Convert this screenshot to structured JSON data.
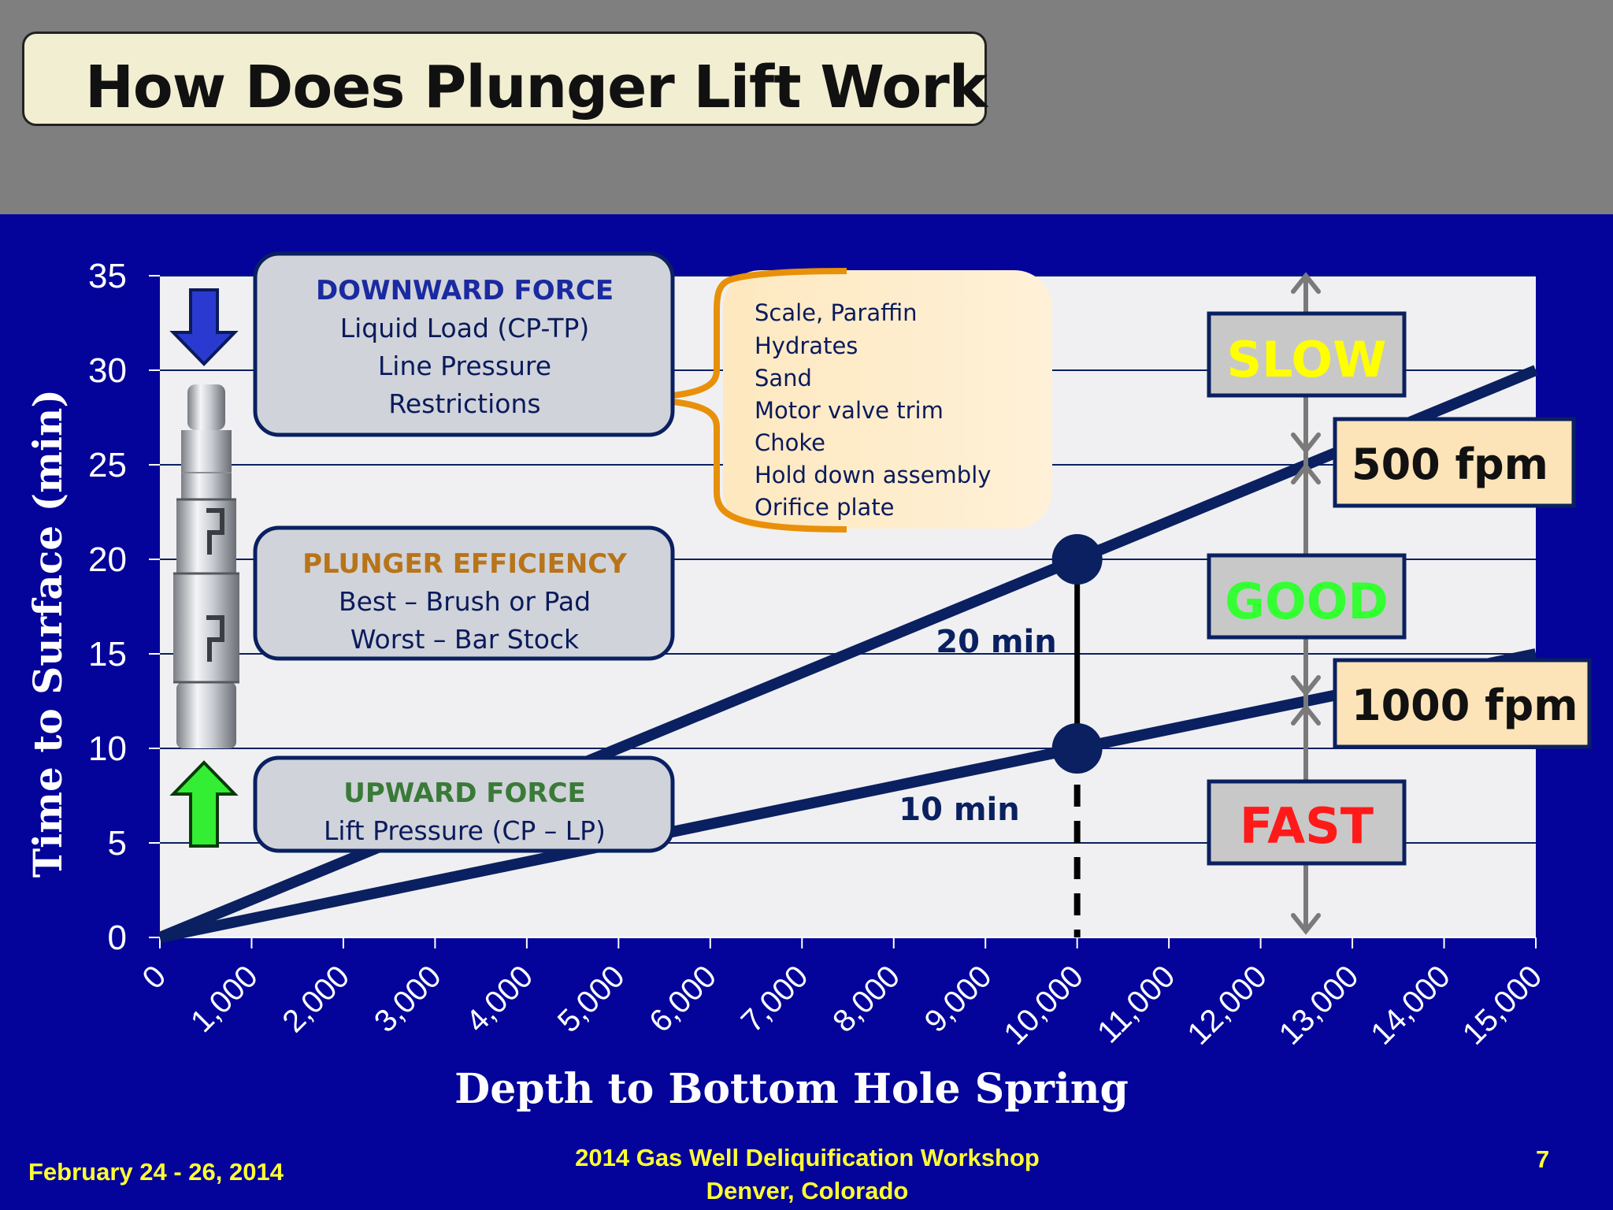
{
  "slide": {
    "title": "How Does Plunger Lift Work",
    "page_number": "7",
    "footer_date": "February 24 - 26, 2014",
    "footer_event": "2014 Gas Well Deliquification Workshop",
    "footer_location": "Denver, Colorado"
  },
  "colors": {
    "background": "#04049a",
    "header": "#7f7f7f",
    "plot_area": "#f0f0f2",
    "series_line": "#0a2060",
    "footer_text": "#ffff33"
  },
  "chart_data": {
    "type": "line",
    "xlabel": "Depth to Bottom Hole Spring",
    "ylabel": "Time to Surface (min)",
    "xlim": [
      0,
      15000
    ],
    "ylim": [
      0,
      35
    ],
    "x_ticks": [
      "0",
      "1,000",
      "2,000",
      "3,000",
      "4,000",
      "5,000",
      "6,000",
      "7,000",
      "8,000",
      "9,000",
      "10,000",
      "11,000",
      "12,000",
      "13,000",
      "14,000",
      "15,000"
    ],
    "y_ticks": [
      "0",
      "5",
      "10",
      "15",
      "20",
      "25",
      "30",
      "35"
    ],
    "grid": "horizontal",
    "series": [
      {
        "name": "500 fpm",
        "x": [
          0,
          15000
        ],
        "values": [
          0,
          30
        ]
      },
      {
        "name": "1000 fpm",
        "x": [
          0,
          15000
        ],
        "values": [
          0,
          15
        ]
      }
    ],
    "markers": [
      {
        "x": 10000,
        "y": 20,
        "label": "20 min"
      },
      {
        "x": 10000,
        "y": 10,
        "label": "10 min"
      }
    ],
    "speed_scale": [
      {
        "label": "SLOW",
        "color": "#ffff00"
      },
      {
        "label": "GOOD",
        "color": "#33ff33"
      },
      {
        "label": "FAST",
        "color": "#ff1a1a"
      }
    ]
  },
  "callouts": {
    "downward": {
      "heading": "DOWNWARD FORCE",
      "lines": [
        "Liquid Load (CP-TP)",
        "Line Pressure",
        "Restrictions"
      ]
    },
    "efficiency": {
      "heading": "PLUNGER EFFICIENCY",
      "lines": [
        "Best – Brush or Pad",
        "Worst – Bar Stock"
      ]
    },
    "upward": {
      "heading": "UPWARD FORCE",
      "lines": [
        "Lift Pressure (CP – LP)"
      ]
    },
    "restrictions": [
      "Scale, Paraffin",
      "Hydrates",
      "Sand",
      "Motor valve trim",
      "Choke",
      "Hold down assembly",
      "Orifice plate"
    ]
  }
}
